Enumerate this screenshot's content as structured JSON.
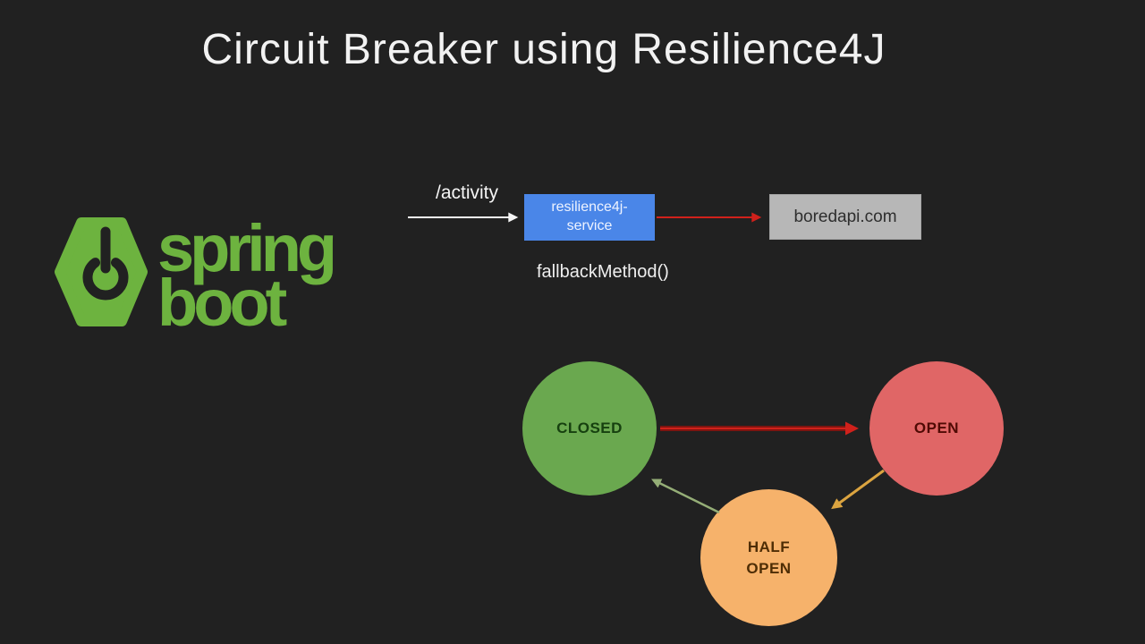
{
  "slide": {
    "title": "Circuit Breaker using Resilience4J"
  },
  "logo": {
    "name": "Spring Boot",
    "word1": "spring",
    "word2": "boot",
    "color": "#6db33f"
  },
  "flow": {
    "endpoint_label": "/activity",
    "service_label": "resilience4j-\nservice",
    "external_api_label": "boredapi.com",
    "fallback_label": "fallbackMethod()"
  },
  "states": {
    "closed": "CLOSED",
    "open": "OPEN",
    "half_open": "HALF\nOPEN"
  },
  "colors": {
    "background": "#212121",
    "title_text": "#f2f2f2",
    "spring_green": "#6db33f",
    "power_icon_cutout": "#212121",
    "service_box_bg": "#4a86e8",
    "service_box_text": "#eef3ff",
    "api_box_bg": "#b7b7b7",
    "api_box_text": "#2e2e2e",
    "closed_bg": "#6aa84f",
    "closed_text": "#16400f",
    "open_bg": "#e06666",
    "open_text": "#500a04",
    "half_open_bg": "#f6b26b",
    "half_open_text": "#4e2d05",
    "arrow_request": "#f5f5f5",
    "arrow_service_to_api": "#d0211b",
    "arrow_closed_to_open_body": "#7e1410",
    "arrow_closed_to_open_core": "#d0211b",
    "arrow_open_to_half": "#dba440",
    "arrow_half_to_closed": "#95ae77"
  }
}
